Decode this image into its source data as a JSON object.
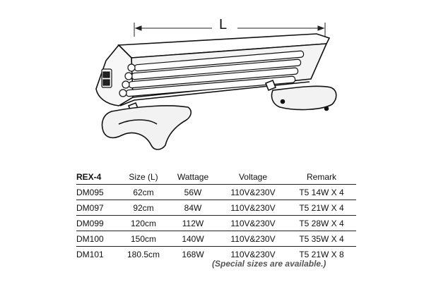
{
  "figure": {
    "dimension_label": "L"
  },
  "table": {
    "headers": [
      "REX-4",
      "Size (L)",
      "Wattage",
      "Voltage",
      "Remark"
    ],
    "rows": [
      [
        "DM095",
        "62cm",
        "56W",
        "110V&230V",
        "T5 14W X 4"
      ],
      [
        "DM097",
        "92cm",
        "84W",
        "110V&230V",
        "T5 21W X 4"
      ],
      [
        "DM099",
        "120cm",
        "112W",
        "110V&230V",
        "T5 28W X 4"
      ],
      [
        "DM100",
        "150cm",
        "140W",
        "110V&230V",
        "T5 35W X 4"
      ],
      [
        "DM101",
        "180.5cm",
        "168W",
        "110V&230V",
        "T5 21W X 8"
      ]
    ]
  },
  "note": "(Special sizes are available.)"
}
